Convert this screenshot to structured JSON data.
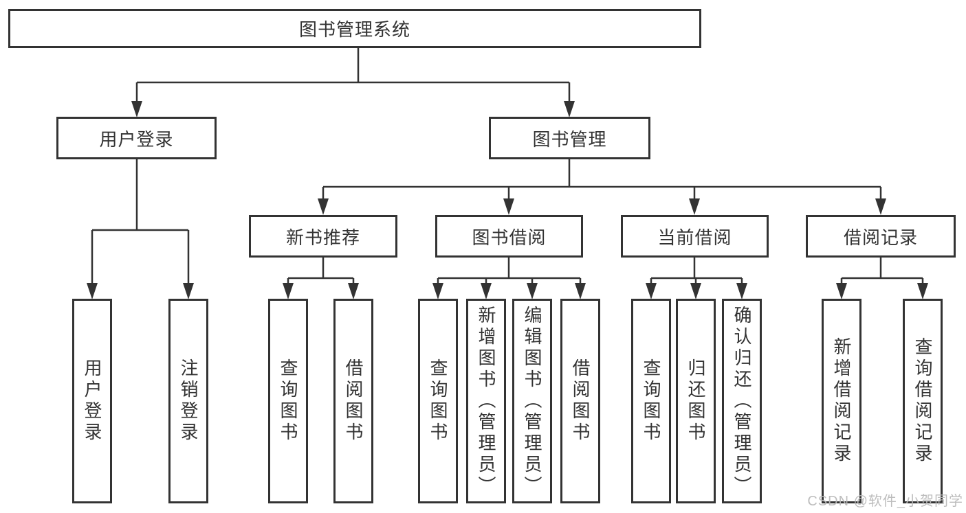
{
  "nodes": {
    "root": "图书管理系统",
    "user_login": "用户登录",
    "book_management": "图书管理",
    "new_book_recommend": "新书推荐",
    "book_borrow": "图书借阅",
    "current_borrow": "当前借阅",
    "borrow_records": "借阅记录"
  },
  "leaves": [
    "用户登录",
    "注销登录",
    "查询图书",
    "借阅图书",
    "查询图书",
    "新增图书（管理员）",
    "编辑图书（管理员）",
    "借阅图书",
    "查询图书",
    "归还图书",
    "确认归还（管理员）",
    "新增借阅记录",
    "查询借阅记录"
  ],
  "watermark": "CSDN @软件_小贺同学",
  "colors": {
    "line": "#333333",
    "text": "#333333",
    "background": "#ffffff",
    "watermark": "#b9b9b9"
  }
}
